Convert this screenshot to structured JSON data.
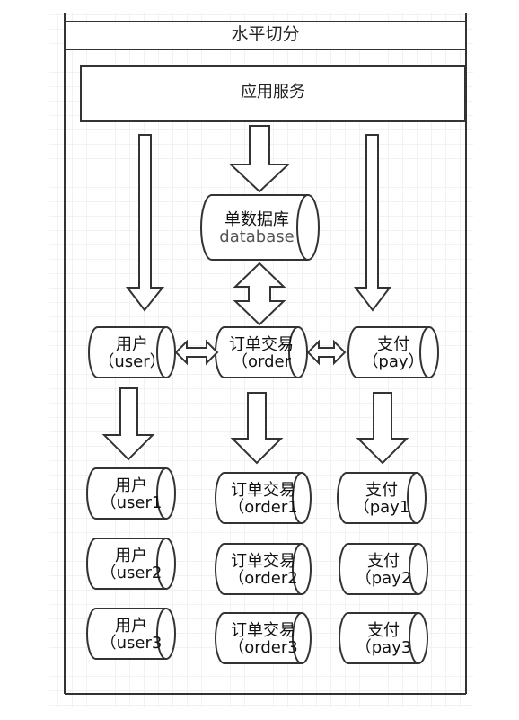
{
  "diagram": {
    "title": "水平切分",
    "app_service": "应用服务",
    "main_db": {
      "line1": "单数据库",
      "line2": "database"
    },
    "mid_row": [
      {
        "line1": "用户",
        "line2": "（user）"
      },
      {
        "line1": "订单交易",
        "line2": "（order"
      },
      {
        "line1": "支付",
        "line2": "（pay）"
      }
    ],
    "shards": [
      [
        {
          "line1": "用户",
          "line2": "（user1"
        },
        {
          "line1": "用户",
          "line2": "（user2"
        },
        {
          "line1": "用户",
          "line2": "（user3"
        }
      ],
      [
        {
          "line1": "订单交易",
          "line2": "（order1"
        },
        {
          "line1": "订单交易",
          "line2": "（order2"
        },
        {
          "line1": "订单交易",
          "line2": "（order3"
        }
      ],
      [
        {
          "line1": "支付",
          "line2": "（pay1"
        },
        {
          "line1": "支付",
          "line2": "（pay2"
        },
        {
          "line1": "支付",
          "line2": "（pay3"
        }
      ]
    ]
  }
}
